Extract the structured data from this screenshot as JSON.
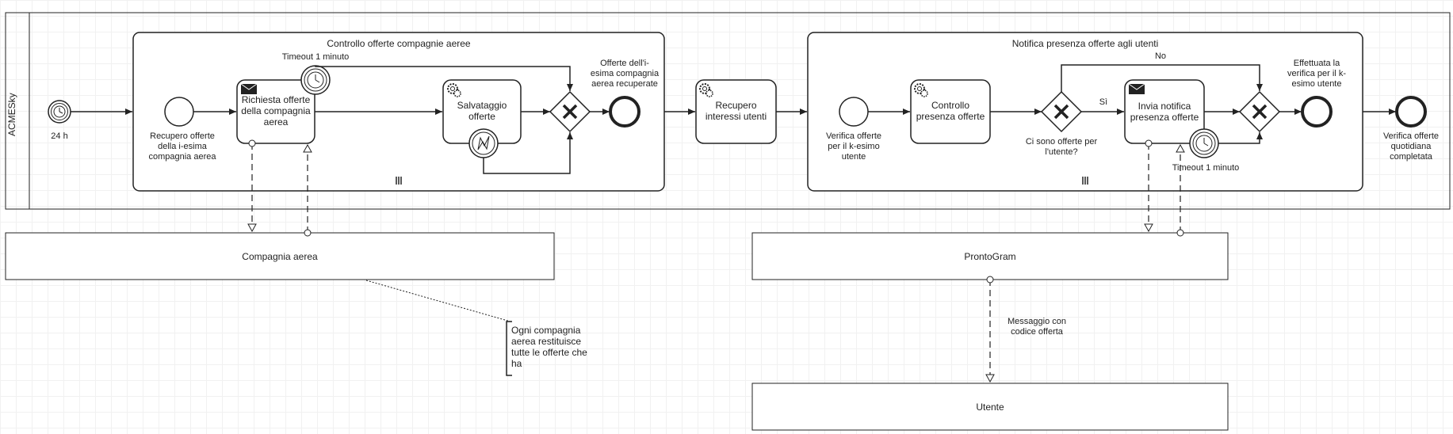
{
  "main_pool": {
    "name": "ACMESky"
  },
  "timer_start": {
    "label": "24 h"
  },
  "subprocess1": {
    "title": "Controllo offerte compagnie aeree",
    "start_label": "Recupero offerte della i-esima compagnia aerea",
    "task_request": "Richiesta offerte della compagnia aerea",
    "timeout_label": "Timeout 1 minuto",
    "task_save": "Salvataggio offerte",
    "end_label": "Offerte dell'i-esima compagnia aerea recuperate",
    "multi_marker": "|||"
  },
  "task_recupero": {
    "label": "Recupero interessi utenti"
  },
  "subprocess2": {
    "title": "Notifica presenza offerte agli utenti",
    "start_label": "Verifica offerte per il k-esimo utente",
    "task_control": "Controllo presenza offerte",
    "gateway_question": "Ci sono offerte per l'utente?",
    "flow_yes": "Sì",
    "flow_no": "No",
    "task_notify": "Invia notifica presenza offerte",
    "timeout_label": "Timeout 1 minuto",
    "end_label": "Effettuata la verifica per il k-esimo utente",
    "multi_marker": "|||"
  },
  "final_end": {
    "label": "Verifica offerte quotidiana completata"
  },
  "pool_airline": {
    "name": "Compagnia aerea"
  },
  "pool_prontogram": {
    "name": "ProntoGram"
  },
  "pool_user": {
    "name": "Utente"
  },
  "message_label": "Messaggio con codice offerta",
  "annotation": "Ogni compagnia aerea restituisce tutte le offerte che ha"
}
